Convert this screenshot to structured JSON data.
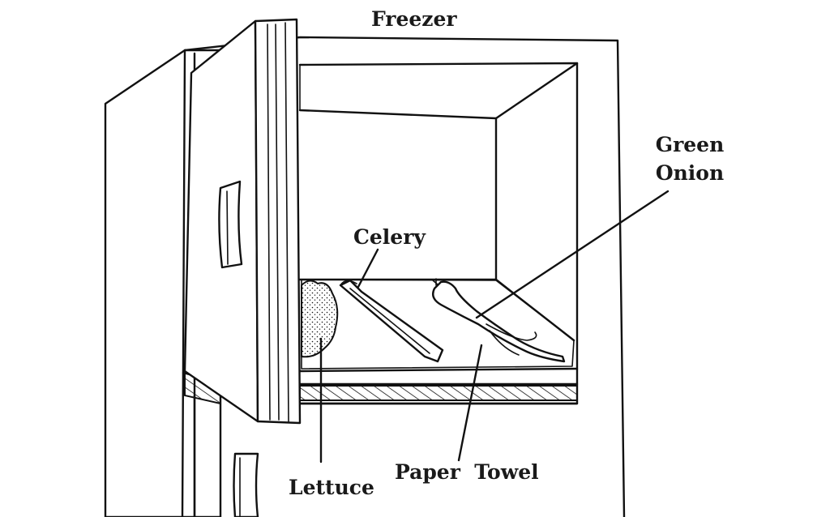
{
  "labels": {
    "freezer": "Freezer",
    "green_onion_line1": "Green",
    "green_onion_line2": "Onion",
    "celery": "Celery",
    "lettuce": "Lettuce",
    "paper_towel": "Paper  Towel"
  },
  "colors": {
    "ink": "#111111",
    "background": "#ffffff"
  }
}
